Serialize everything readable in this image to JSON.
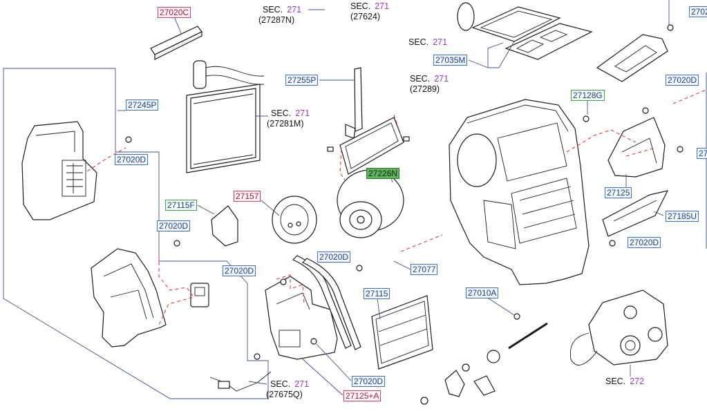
{
  "callouts": {
    "c27020C": "27020C",
    "c27245P": "27245P",
    "c27020D_left": "27020D",
    "c27255P": "27255P",
    "c27035M": "27035M",
    "c2702_top": "2702",
    "c27020D_top_right": "27020D",
    "c27128G": "27128G",
    "c27_right": "27",
    "c27226N": "27226N",
    "c27157": "27157",
    "c27115F": "27115F",
    "c27020D_mid": "27020D",
    "c27125": "27125",
    "c27185U": "27185U",
    "c27020D_center": "27020D",
    "c27020D_blower": "27020D",
    "c27077": "27077",
    "c27020D_right": "27020D",
    "c27115": "27115",
    "c27010A": "27010A",
    "c27020D_bottom": "27020D",
    "c27125A": "27125+A"
  },
  "sections": {
    "sec27287N": {
      "label": "SEC.",
      "num": "271",
      "sub": "(27287N)"
    },
    "sec27624": {
      "label": "SEC.",
      "num": "271",
      "sub": "(27624)"
    },
    "sec271_a": {
      "label": "SEC.",
      "num": "271"
    },
    "sec27289": {
      "label": "SEC.",
      "num": "271",
      "sub": "(27289)"
    },
    "sec27281M": {
      "label": "SEC.",
      "num": "271",
      "sub": "(27281M)"
    },
    "sec27675Q": {
      "label": "SEC.",
      "num": "271",
      "sub": "(27675Q)"
    },
    "sec272": {
      "label": "SEC.",
      "num": "272"
    }
  },
  "colors": {
    "callout_border_blue": "#3a72c8",
    "callout_border_red": "#d93a5a",
    "callout_border_green": "#3aa04a",
    "highlight_fill": "#5fb35f",
    "section_number": "#9a36c8",
    "dashed_line": "#e23b3b",
    "leader_line": "#3d4f8a"
  }
}
